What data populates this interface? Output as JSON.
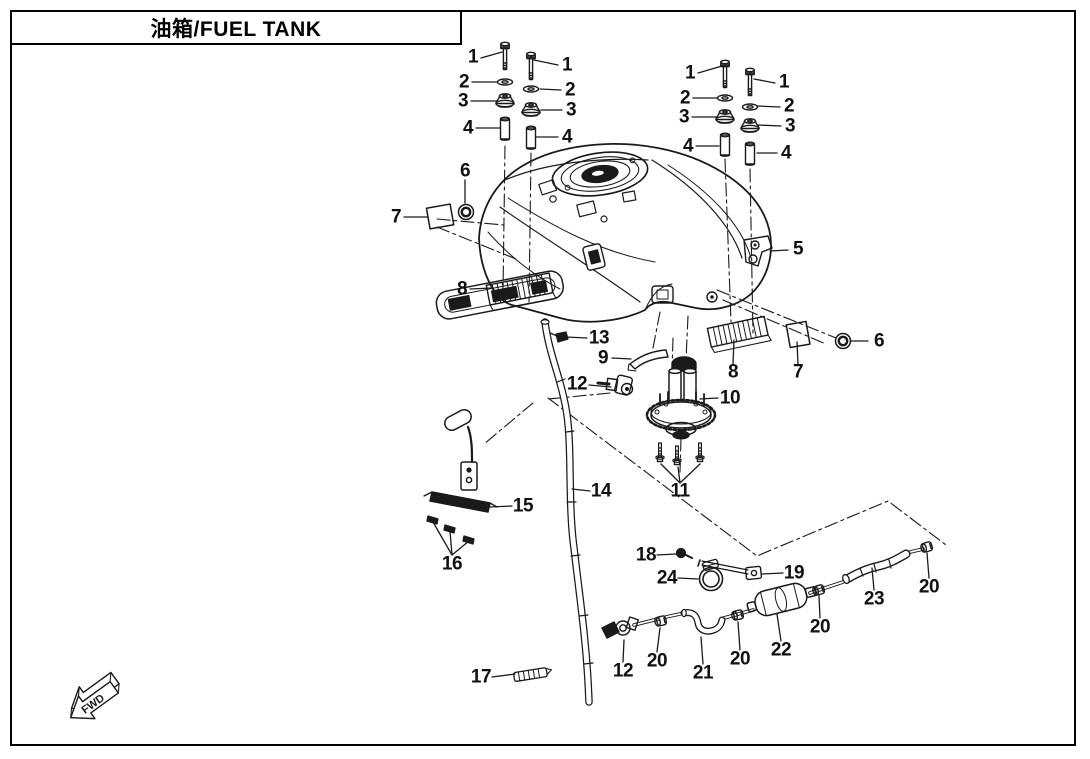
{
  "title": "油箱/FUEL TANK",
  "fwd": "FWD",
  "callouts": [
    {
      "label": "1"
    },
    {
      "label": "1"
    },
    {
      "label": "2"
    },
    {
      "label": "2"
    },
    {
      "label": "3"
    },
    {
      "label": "3"
    },
    {
      "label": "4"
    },
    {
      "label": "4"
    },
    {
      "label": "1"
    },
    {
      "label": "1"
    },
    {
      "label": "2"
    },
    {
      "label": "2"
    },
    {
      "label": "3"
    },
    {
      "label": "3"
    },
    {
      "label": "4"
    },
    {
      "label": "4"
    },
    {
      "label": "6"
    },
    {
      "label": "7"
    },
    {
      "label": "5"
    },
    {
      "label": "8"
    },
    {
      "label": "13"
    },
    {
      "label": "9"
    },
    {
      "label": "12"
    },
    {
      "label": "10"
    },
    {
      "label": "8"
    },
    {
      "label": "7"
    },
    {
      "label": "6"
    },
    {
      "label": "11"
    },
    {
      "label": "14"
    },
    {
      "label": "15"
    },
    {
      "label": "16"
    },
    {
      "label": "17"
    },
    {
      "label": "18"
    },
    {
      "label": "24"
    },
    {
      "label": "19"
    },
    {
      "label": "12"
    },
    {
      "label": "20"
    },
    {
      "label": "21"
    },
    {
      "label": "20"
    },
    {
      "label": "22"
    },
    {
      "label": "20"
    },
    {
      "label": "23"
    },
    {
      "label": "20"
    }
  ]
}
